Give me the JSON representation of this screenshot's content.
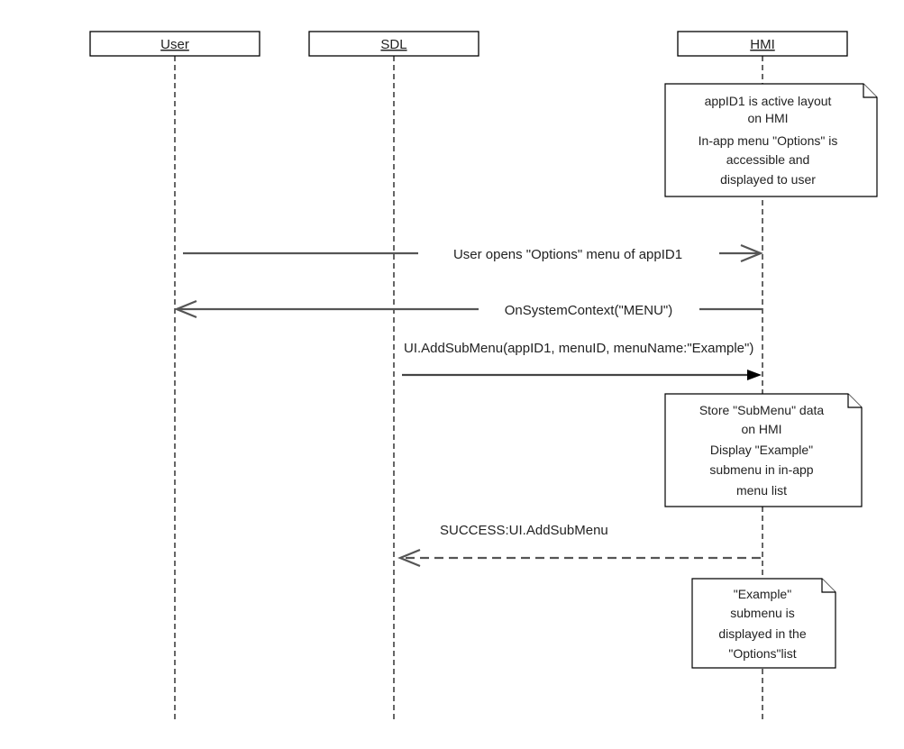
{
  "participants": [
    {
      "id": "user",
      "label": "User"
    },
    {
      "id": "sdl",
      "label": "SDL"
    },
    {
      "id": "hmi",
      "label": "HMI"
    }
  ],
  "notes": [
    {
      "id": "note-active-layout",
      "lines": [
        "appID1 is active layout",
        "on HMI",
        "In-app menu \"Options\" is",
        "accessible and",
        "displayed to user"
      ]
    },
    {
      "id": "note-store-submenu",
      "lines": [
        "Store \"SubMenu\" data",
        "on HMI",
        "Display \"Example\"",
        "submenu in in-app",
        "menu list"
      ]
    },
    {
      "id": "note-example-displayed",
      "lines": [
        "\"Example\"",
        "submenu is",
        "displayed in the",
        "\"Options\"list"
      ]
    }
  ],
  "messages": [
    {
      "id": "msg-user-opens-options",
      "from": "user",
      "to": "hmi",
      "label": "User opens \"Options\" menu of appID1",
      "style": "solid",
      "arrow": "open"
    },
    {
      "id": "msg-onsystemcontext",
      "from": "hmi",
      "to": "user",
      "label": "OnSystemContext(\"MENU\")",
      "style": "solid",
      "arrow": "open"
    },
    {
      "id": "msg-ui-addsubmenu",
      "from": "sdl",
      "to": "hmi",
      "label": "UI.AddSubMenu(appID1, menuID, menuName:\"Example\")",
      "style": "solid",
      "arrow": "filled"
    },
    {
      "id": "msg-success-addsubmenu",
      "from": "hmi",
      "to": "sdl",
      "label": "SUCCESS:UI.AddSubMenu",
      "style": "dashed",
      "arrow": "open"
    }
  ]
}
